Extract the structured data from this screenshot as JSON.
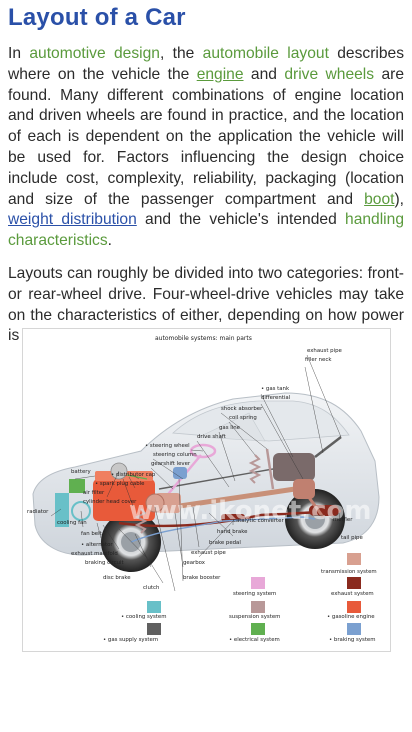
{
  "article": {
    "title": "Layout of a Car",
    "p1": {
      "t1": "In ",
      "link_automotive_design": "automotive design",
      "t2": ", the ",
      "link_automobile_layout": "automobile layout",
      "t3": " describes where on the vehicle the ",
      "link_engine": "engine",
      "t4": " and ",
      "link_drive_wheels": "drive wheels",
      "t5": " are found. Many different combinations of engine location and driven wheels are found in practice, and the location of each is dependent on the application the vehicle will be used for. Factors influencing the design choice include cost, complexity, reliability, packaging (location and size of the passenger compartment and ",
      "link_boot": "boot",
      "t6": "), ",
      "link_weight_distribution": "weight distribution",
      "t7": " and the vehicle's intended ",
      "link_handling": "handling characteristics",
      "t8": "."
    },
    "p2": "Layouts can roughly be divided into two categories: front- or rear-wheel drive. Four-wheel-drive vehicles may take on the characteristics of either, depending on how power is distributed to the wheels."
  },
  "figure": {
    "title": "automobile systems: main parts",
    "watermark": "www.ikonet.com",
    "labels": {
      "exhaust_pipe_top": "exhaust pipe",
      "filler_neck": "filler neck",
      "gas_tank": "• gas tank",
      "differential": "differential",
      "shock_absorber": "shock absorber",
      "coil_spring": "coil spring",
      "gas_line": "gas line",
      "drive_shaft": "drive shaft",
      "steering_wheel": "• steering wheel",
      "steering_column": "steering column",
      "gearshift_lever": "gearshift lever",
      "battery": "battery",
      "distributor_cap": "• distributor cap",
      "spark_plug_cable": "• spark plug cable",
      "air_filter": "air filter",
      "cylinder_head_cover": "cylinder head cover",
      "radiator": "radiator",
      "cooling_fan": "cooling fan",
      "fan_belt": "fan belt",
      "alternator": "• alternator",
      "exhaust_manifold": "exhaust manifold",
      "braking_circuit": "braking circuit",
      "disc_brake": "disc brake",
      "catalytic_converter": "catalytic converter",
      "hand_brake": "hand brake",
      "brake_pedal": "brake pedal",
      "exhaust_pipe_mid": "exhaust pipe",
      "gearbox": "gearbox",
      "brake_booster": "brake booster",
      "clutch": "clutch",
      "muffler": "muffler",
      "tail_pipe": "tail pipe"
    },
    "legend": [
      {
        "label": "transmission system",
        "color": "#d8a090"
      },
      {
        "label": "steering system",
        "color": "#e8a8d8"
      },
      {
        "label": "exhaust system",
        "color": "#8a2a1e"
      },
      {
        "label": "• cooling system",
        "color": "#68c0c8"
      },
      {
        "label": "suspension system",
        "color": "#b89898"
      },
      {
        "label": "• gasoline engine",
        "color": "#e85a3a"
      },
      {
        "label": "• gas supply system",
        "color": "#606060"
      },
      {
        "label": "• electrical system",
        "color": "#60b050"
      },
      {
        "label": "• braking system",
        "color": "#7ba0d0"
      }
    ]
  }
}
